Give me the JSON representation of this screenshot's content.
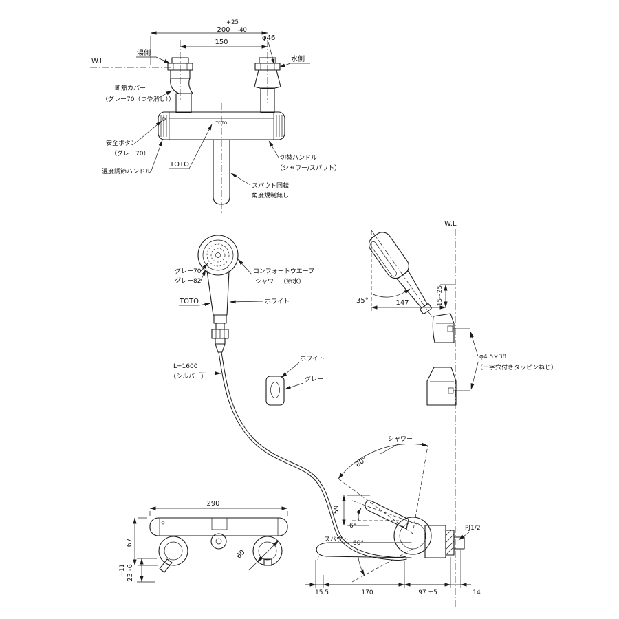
{
  "front_view": {
    "tol_plus": "+25",
    "dim_width": "200",
    "tol_minus": "-40",
    "dim_pitch": "150",
    "dim_cover": "φ46",
    "hot_side": "湯側",
    "cold_side": "水側",
    "water_line": "W.L",
    "insulation_1": "断熱カバー",
    "insulation_2": "（グレー70（つや消し））",
    "safety_1": "安全ボタン",
    "safety_2": "（グレー70）",
    "temp_handle": "温度調節ハンドル",
    "brand": "TOTO",
    "switch_1": "切替ハンドル",
    "switch_2": "（シャワー/スパウト）",
    "spout_note_1": "スパウト回転",
    "spout_note_2": "角度規制無し"
  },
  "shower_front": {
    "gray70": "グレー70",
    "gray82": "グレー82",
    "comfort_1": "コンフォートウエーブ",
    "comfort_2": "シャワー（節水）",
    "brand": "TOTO",
    "white": "ホワイト",
    "hose_1": "L=1600",
    "hose_2": "（シルバー）",
    "hook_white": "ホワイト",
    "hook_gray": "グレー"
  },
  "shower_side": {
    "water_line": "W.L",
    "angle": "35°",
    "dim_reach": "147",
    "dim_range": "15~25",
    "screw_1": "φ4.5×38",
    "screw_2": "（十字穴付きタッピンねじ）"
  },
  "top_view": {
    "dim_width": "290",
    "dim_depth": "67",
    "dim_handle": "60",
    "tol_plus": "+11",
    "dim_offset": "23",
    "tol_minus": "-6"
  },
  "side_view": {
    "shower": "シャワー",
    "angle_swing": "80°",
    "dim_height": "59",
    "angle_lever": "6°",
    "angle_spout": "60°",
    "spout": "スパウト",
    "thread": "PJ1/2",
    "dim_tip": "15.5",
    "dim_reach": "170",
    "dim_body": "97 ±5",
    "dim_wall": "14"
  }
}
